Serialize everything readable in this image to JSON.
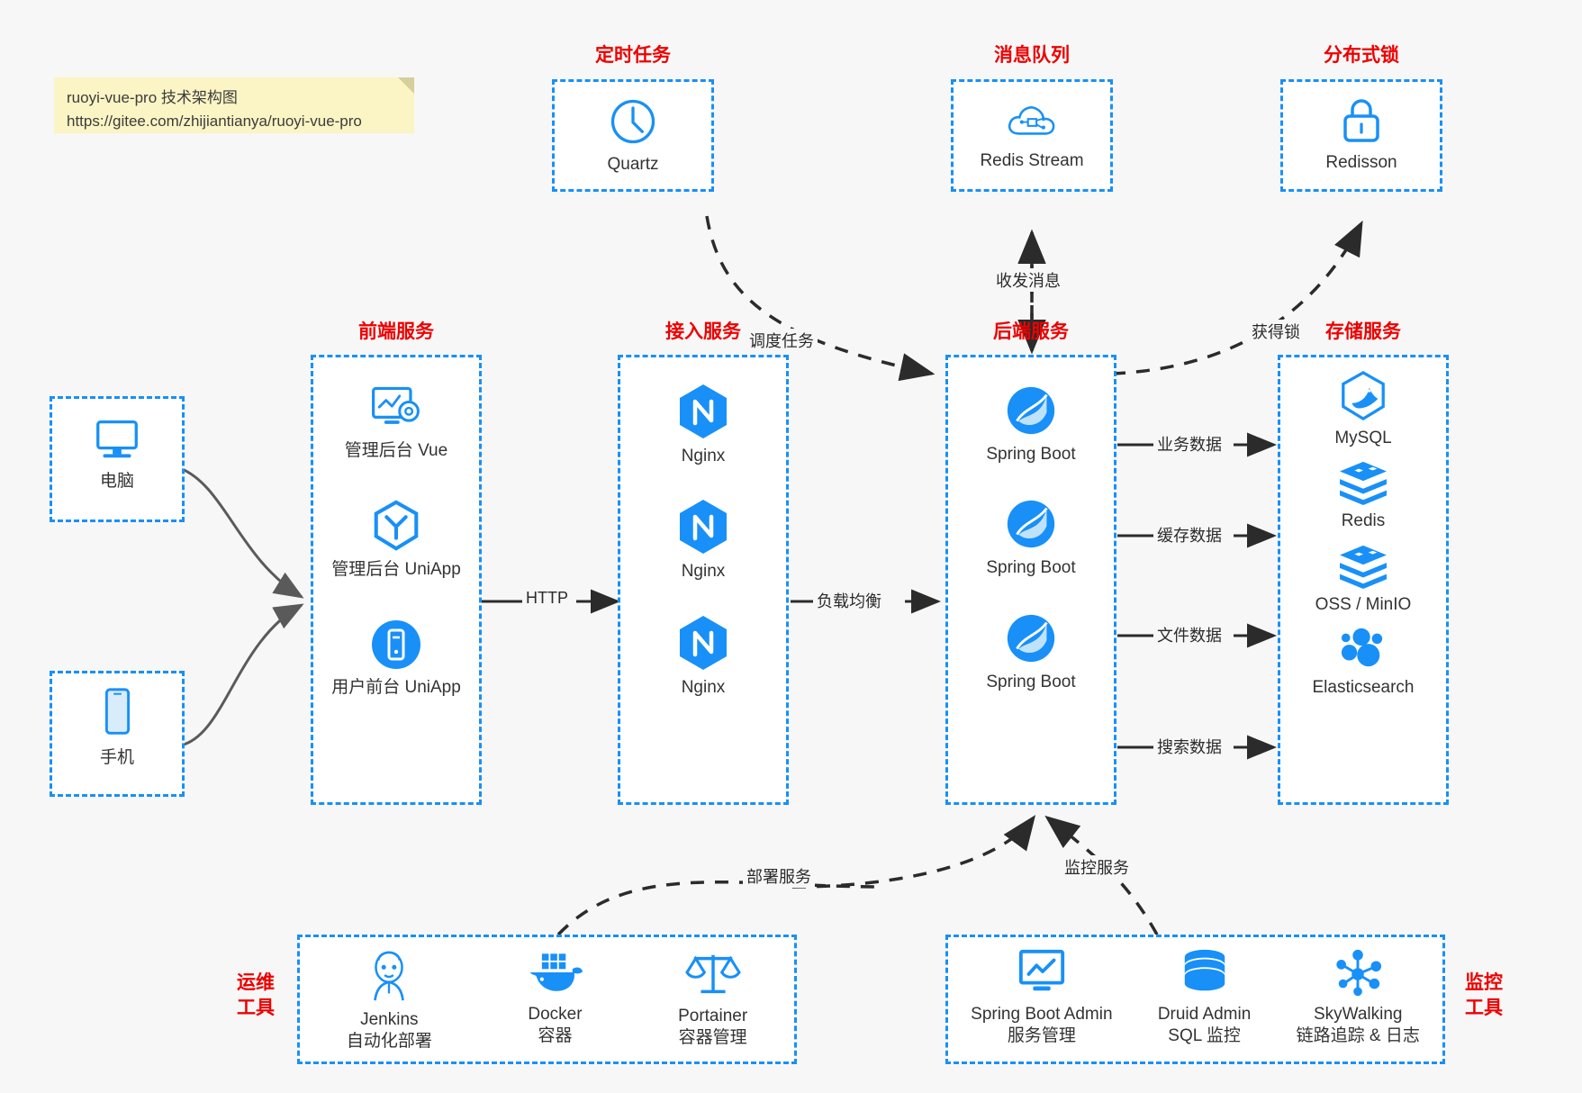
{
  "note": {
    "line1": "ruoyi-vue-pro 技术架构图",
    "line2": "https://gitee.com/zhijiantianya/ruoyi-vue-pro"
  },
  "colors": {
    "accent_blue": "#1890f8",
    "group_title_red": "#ee0000",
    "note_yellow": "#fbf4c4",
    "arrow_dark": "#2b2b2b",
    "page_bg": "#f7f7f7"
  },
  "groups": {
    "scheduler": {
      "title": "定时任务"
    },
    "mq": {
      "title": "消息队列"
    },
    "lock": {
      "title": "分布式锁"
    },
    "frontend": {
      "title": "前端服务"
    },
    "gateway": {
      "title": "接入服务"
    },
    "backend": {
      "title": "后端服务"
    },
    "storage": {
      "title": "存储服务"
    },
    "devops": {
      "title_line1": "运维",
      "title_line2": "工具"
    },
    "monitor": {
      "title_line1": "监控",
      "title_line2": "工具"
    }
  },
  "clients": [
    {
      "label": "电脑",
      "icon": "desktop-icon"
    },
    {
      "label": "手机",
      "icon": "mobile-icon"
    }
  ],
  "scheduler_nodes": [
    {
      "label": "Quartz",
      "icon": "clock-icon"
    }
  ],
  "mq_nodes": [
    {
      "label": "Redis Stream",
      "icon": "cloud-stream-icon"
    }
  ],
  "lock_nodes": [
    {
      "label": "Redisson",
      "icon": "lock-icon"
    }
  ],
  "frontend_nodes": [
    {
      "label": "管理后台 Vue",
      "icon": "dashboard-gear-icon"
    },
    {
      "label": "管理后台 UniApp",
      "icon": "cube-icon"
    },
    {
      "label": "用户前台 UniApp",
      "icon": "mobile-circle-icon"
    }
  ],
  "gateway_nodes": [
    {
      "label": "Nginx",
      "icon": "nginx-icon"
    },
    {
      "label": "Nginx",
      "icon": "nginx-icon"
    },
    {
      "label": "Nginx",
      "icon": "nginx-icon"
    }
  ],
  "backend_nodes": [
    {
      "label": "Spring Boot",
      "icon": "spring-leaf-icon"
    },
    {
      "label": "Spring Boot",
      "icon": "spring-leaf-icon"
    },
    {
      "label": "Spring Boot",
      "icon": "spring-leaf-icon"
    }
  ],
  "storage_nodes": [
    {
      "label": "MySQL",
      "icon": "mysql-dolphin-icon"
    },
    {
      "label": "Redis",
      "icon": "redis-stack-icon"
    },
    {
      "label": "OSS / MinIO",
      "icon": "oss-stack-icon"
    },
    {
      "label": "Elasticsearch",
      "icon": "elasticsearch-icon"
    }
  ],
  "devops_nodes": [
    {
      "label": "Jenkins",
      "sub": "自动化部署",
      "icon": "jenkins-butler-icon"
    },
    {
      "label": "Docker",
      "sub": "容器",
      "icon": "docker-whale-icon"
    },
    {
      "label": "Portainer",
      "sub": "容器管理",
      "icon": "portainer-scale-icon"
    }
  ],
  "monitor_nodes": [
    {
      "label": "Spring Boot Admin",
      "sub": "服务管理",
      "icon": "monitor-chart-icon"
    },
    {
      "label": "Druid Admin",
      "sub": "SQL 监控",
      "icon": "database-icon"
    },
    {
      "label": "SkyWalking",
      "sub": "链路追踪 & 日志",
      "icon": "skywalking-node-icon"
    }
  ],
  "edges": [
    {
      "id": "http",
      "label": "HTTP"
    },
    {
      "id": "lb",
      "label": "负载均衡"
    },
    {
      "id": "schedule",
      "label": "调度任务"
    },
    {
      "id": "mq",
      "label": "收发消息"
    },
    {
      "id": "getlock",
      "label": "获得锁"
    },
    {
      "id": "biz",
      "label": "业务数据"
    },
    {
      "id": "cache",
      "label": "缓存数据"
    },
    {
      "id": "file",
      "label": "文件数据"
    },
    {
      "id": "search",
      "label": "搜索数据"
    },
    {
      "id": "deploy",
      "label": "部署服务"
    },
    {
      "id": "observe",
      "label": "监控服务"
    }
  ]
}
